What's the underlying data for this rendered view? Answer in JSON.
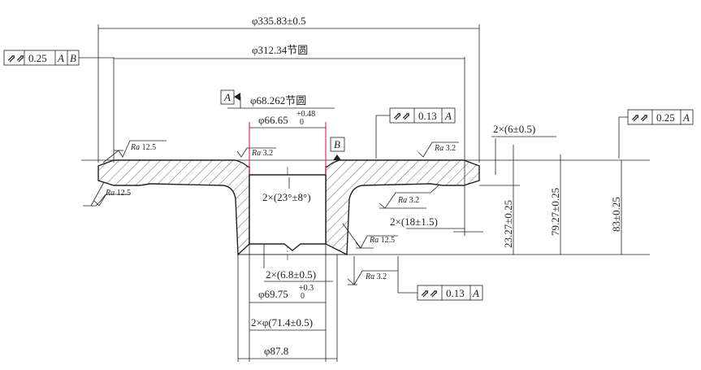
{
  "dimensions": {
    "outer_diameter": "φ335.83±0.5",
    "pitch_circle_outer": "φ312.34节圆",
    "pitch_circle_inner": "φ68.262节圆",
    "bore": "φ66.65",
    "bore_tol_upper": "+0.48",
    "bore_tol_lower": "0",
    "rim_chamfer": "2×(6±0.5)",
    "taper_angle": "2×(23°±8°)",
    "rim_width": "2×(18±1.5)",
    "height_1": "23.27±0.25",
    "height_2": "79.27±0.25",
    "height_3": "83±0.25",
    "bottom_chamfer": "2×(6.8±0.5)",
    "counterbore": "φ69.75",
    "counterbore_tol_upper": "+0.3",
    "counterbore_tol_lower": "0",
    "counterbore_dia2": "2×φ(71.4±0.5)",
    "hub_diameter": "φ87.8"
  },
  "datums": {
    "a": "A",
    "b": "B"
  },
  "tolerance_frames": [
    {
      "value": "0.25",
      "ref1": "A",
      "ref2": "B"
    },
    {
      "value": "0.13",
      "ref1": "A"
    },
    {
      "value": "0.25",
      "ref1": "A"
    },
    {
      "value": "0.13",
      "ref1": "A"
    }
  ],
  "roughness": {
    "ra_label": "Ra",
    "r1": "12.5",
    "r2": "12.5",
    "r3": "3.2",
    "r4": "3.2",
    "r5": "3.2",
    "r6": "12.5",
    "r7": "3.2"
  }
}
